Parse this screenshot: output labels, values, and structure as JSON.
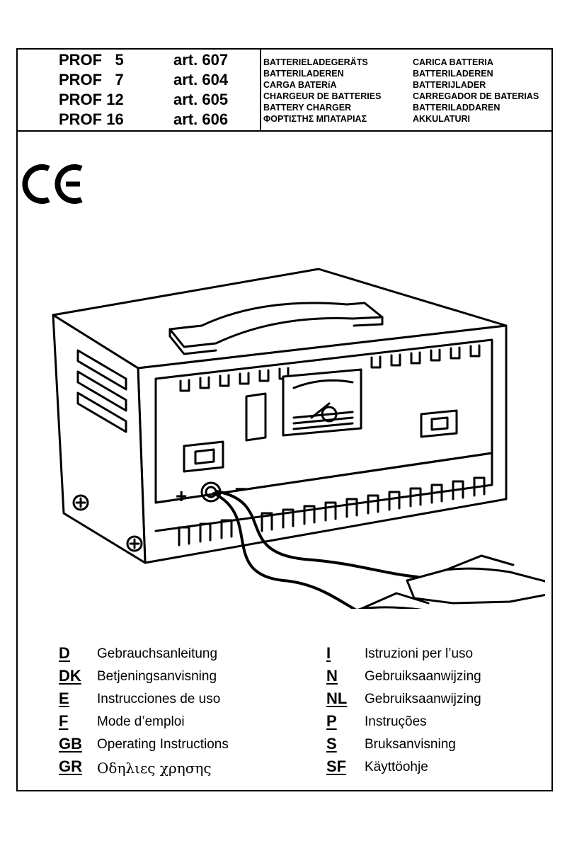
{
  "models": [
    {
      "name": "PROF   5",
      "art": "art. 607"
    },
    {
      "name": "PROF   7",
      "art": "art. 604"
    },
    {
      "name": "PROF 12",
      "art": "art. 605"
    },
    {
      "name": "PROF 16",
      "art": "art. 606"
    }
  ],
  "titles_left": [
    "BATTERIELADEGERÄTS",
    "BATTERILADEREN",
    "CARGA BATERíA",
    "CHARGEUR DE BATTERIES",
    "BATTERY CHARGER",
    "ΦΟΡΤΙΣΤΗΣ ΜΠΑΤΑΡΙΑΣ"
  ],
  "titles_right": [
    "CARICA BATTERIA",
    "BATTERILADEREN",
    "BATTERIJLADER",
    "CARREGADOR DE BATERIAS",
    "BATTERILADDAREN",
    "AKKULATURI"
  ],
  "ce_mark": "CE",
  "charger_polarity": {
    "plus": "+",
    "minus": "–"
  },
  "languages_left": [
    {
      "code": "D",
      "label": "Gebrauchsanleitung"
    },
    {
      "code": "DK",
      "label": "Betjeningsanvisning"
    },
    {
      "code": "E",
      "label": "Instrucciones de uso"
    },
    {
      "code": "F",
      "label": "Mode d’emploi"
    },
    {
      "code": "GB",
      "label": "Operating Instructions"
    },
    {
      "code": "GR",
      "label": "Οδηλιες χρησης"
    }
  ],
  "languages_right": [
    {
      "code": "I",
      "label": "Istruzioni per l’uso"
    },
    {
      "code": "N",
      "label": "Gebruiksaanwijzing"
    },
    {
      "code": "NL",
      "label": "Gebruiksaanwijzing"
    },
    {
      "code": "P",
      "label": "Instruções"
    },
    {
      "code": "S",
      "label": "Bruksanvisning"
    },
    {
      "code": "SF",
      "label": "Käyttöohje"
    }
  ]
}
